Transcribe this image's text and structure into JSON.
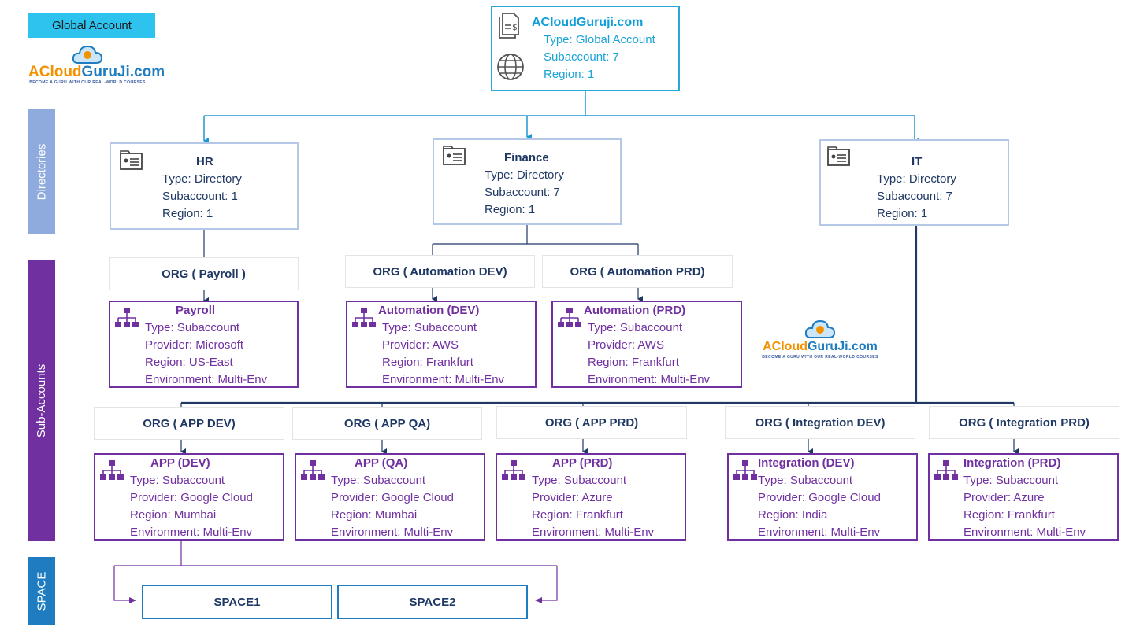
{
  "lanes": {
    "global": "Global Account",
    "directories": "Directories",
    "subaccounts": "Sub-Accounts",
    "space": "SPACE"
  },
  "logo": {
    "brand_a": "ACloud",
    "brand_b": "GuruJi.com",
    "tagline": "BECOME A GURU WITH OUR REAL-WORLD COURSES"
  },
  "global_account": {
    "title": "ACloudGuruji.com",
    "lines": [
      "Type: Global Account",
      "Subaccount: 7",
      "Region: 1"
    ],
    "icons": [
      "billing-document-icon",
      "globe-icon"
    ]
  },
  "directories": [
    {
      "title": "HR",
      "lines": [
        "Type: Directory",
        "Subaccount: 1",
        "Region: 1"
      ]
    },
    {
      "title": "Finance",
      "lines": [
        "Type: Directory",
        "Subaccount: 7",
        "Region: 1"
      ]
    },
    {
      "title": "IT",
      "lines": [
        "Type: Directory",
        "Subaccount: 7",
        "Region: 1"
      ]
    }
  ],
  "orgs": [
    "ORG ( Payroll )",
    "ORG ( Automation DEV)",
    "ORG ( Automation PRD)",
    "ORG ( APP DEV)",
    "ORG ( APP QA)",
    "ORG ( APP PRD)",
    "ORG ( Integration DEV)",
    "ORG ( Integration PRD)"
  ],
  "subaccounts": [
    {
      "title": "Payroll",
      "lines": [
        "Type: Subaccount",
        "Provider: Microsoft",
        "Region: US-East",
        "Environment: Multi-Env"
      ]
    },
    {
      "title": "Automation (DEV)",
      "lines": [
        "Type: Subaccount",
        "Provider: AWS",
        "Region: Frankfurt",
        "Environment: Multi-Env"
      ]
    },
    {
      "title": "Automation (PRD)",
      "lines": [
        "Type: Subaccount",
        "Provider: AWS",
        "Region: Frankfurt",
        "Environment: Multi-Env"
      ]
    },
    {
      "title": "APP (DEV)",
      "lines": [
        "Type: Subaccount",
        "Provider: Google Cloud",
        "Region: Mumbai",
        "Environment: Multi-Env"
      ]
    },
    {
      "title": "APP (QA)",
      "lines": [
        "Type: Subaccount",
        "Provider: Google Cloud",
        "Region: Mumbai",
        "Environment: Multi-Env"
      ]
    },
    {
      "title": "APP (PRD)",
      "lines": [
        "Type: Subaccount",
        "Provider: Azure",
        "Region: Frankfurt",
        "Environment: Multi-Env"
      ]
    },
    {
      "title": "Integration (DEV)",
      "lines": [
        "Type: Subaccount",
        "Provider: Google Cloud",
        "Region: India",
        "Environment: Multi-Env"
      ]
    },
    {
      "title": "Integration (PRD)",
      "lines": [
        "Type: Subaccount",
        "Provider: Azure",
        "Region: Frankfurt",
        "Environment: Multi-Env"
      ]
    }
  ],
  "spaces": [
    "SPACE1",
    "SPACE2"
  ],
  "colors": {
    "global": "#2ba6d8",
    "directory": "#b4c7e7",
    "subaccount": "#7030a0",
    "space": "#1f7cc1",
    "text_dark": "#1f3864"
  }
}
